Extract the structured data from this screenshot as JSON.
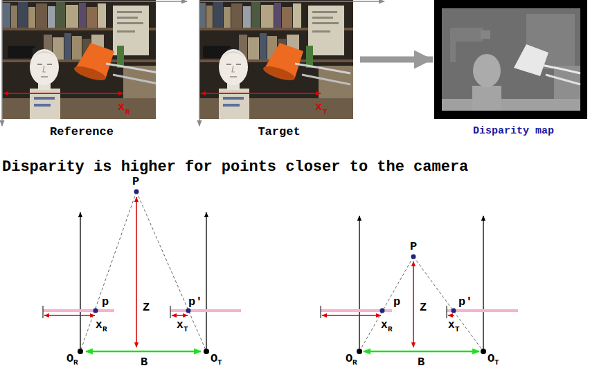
{
  "diagram": {
    "nodes": [
      {
        "text": [
          "Reference"
        ]
      },
      {
        "text": [
          "Target"
        ]
      },
      {
        "text": [
          "Disparity map"
        ]
      }
    ],
    "edges": [
      {
        "from": 1,
        "to": 2,
        "arrow": "to"
      }
    ],
    "labels": [
      "x",
      "R",
      "x",
      "T",
      "Disparity is higher for points closer to the camera",
      "P",
      "p",
      "p′",
      "Z",
      "x",
      "R",
      "x",
      "T",
      "O",
      "R",
      "O",
      "T",
      "B",
      "P",
      "p",
      "p′",
      "Z",
      "x",
      "R",
      "x",
      "T",
      "O",
      "R",
      "O",
      "T",
      "B"
    ]
  }
}
